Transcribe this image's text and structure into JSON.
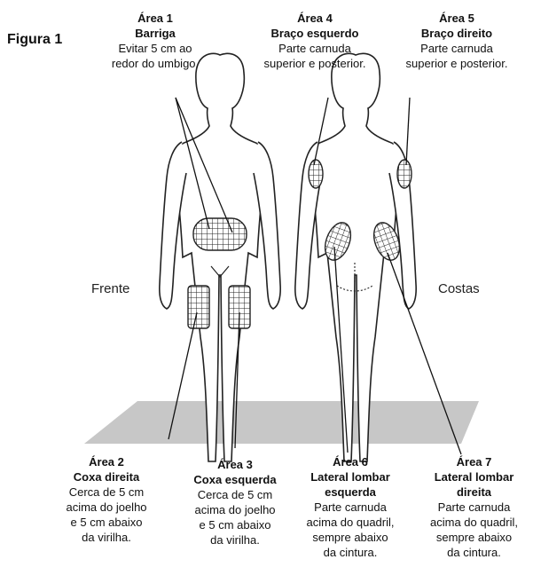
{
  "figure_title": "Figura 1",
  "side_labels": {
    "front": "Frente",
    "back": "Costas"
  },
  "areas": [
    {
      "id": "1",
      "lines": [
        "Área 1",
        "Barriga",
        "Evitar 5 cm ao",
        "redor do umbigo."
      ]
    },
    {
      "id": "4",
      "lines": [
        "Área 4",
        "Braço esquerdo",
        "Parte carnuda",
        "superior e posterior."
      ]
    },
    {
      "id": "5",
      "lines": [
        "Área 5",
        "Braço direito",
        "Parte carnuda",
        "superior e posterior."
      ]
    },
    {
      "id": "2",
      "lines": [
        "Área 2",
        "Coxa direita",
        "Cerca de 5 cm",
        "acima do joelho",
        "e 5 cm abaixo",
        "da virilha."
      ]
    },
    {
      "id": "3",
      "lines": [
        "Área 3",
        "Coxa esquerda",
        "Cerca de 5 cm",
        "acima do joelho",
        "e 5 cm abaixo",
        "da virilha."
      ]
    },
    {
      "id": "6",
      "lines": [
        "Área 6",
        "Lateral lombar",
        "esquerda",
        "Parte carnuda",
        "acima do quadril,",
        "sempre abaixo",
        "da cintura."
      ]
    },
    {
      "id": "7",
      "lines": [
        "Área 7",
        "Lateral lombar",
        "direita",
        "Parte carnuda",
        "acima do quadril,",
        "sempre abaixo",
        "da cintura."
      ]
    }
  ]
}
